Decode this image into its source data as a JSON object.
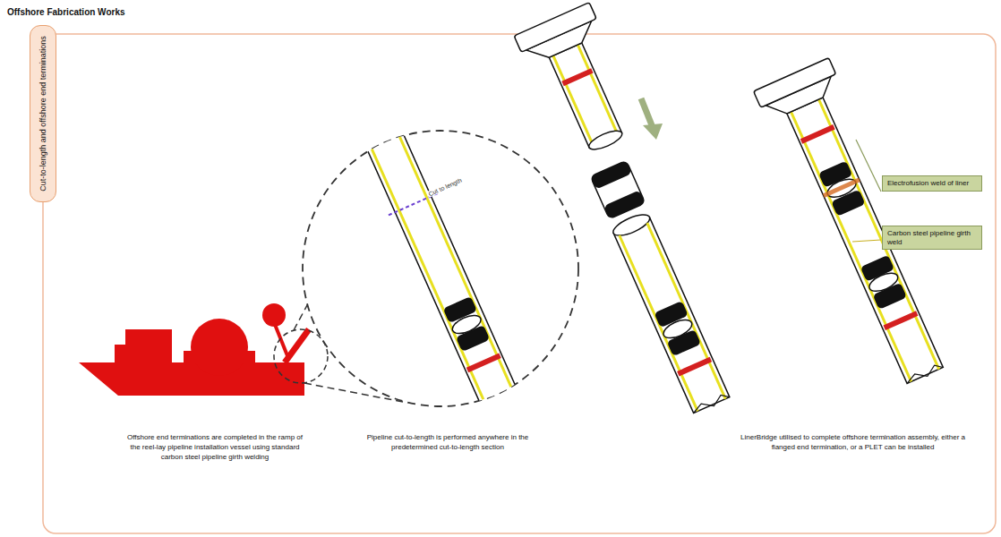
{
  "diagram": {
    "title": "Offshore Fabrication Works",
    "nodes": [
      {
        "text": [
          "Cut-to-length and offshore end terminations"
        ]
      },
      {
        "text": [
          "Electrofusion weld of liner"
        ]
      },
      {
        "text": [
          "Carbon steel pipeline girth weld"
        ]
      }
    ],
    "labels": [
      "Cut to length",
      "Offshore end terminations are completed in the ramp of the reel-lay pipeline installation vessel using standard carbon steel pipeline girth welding",
      "Pipeline cut-to-length is performed anywhere in the predetermined cut-to-length section",
      "LinerBridge utilised to complete offshore termination assembly, either a flanged end termination, or a PLET can be installed"
    ]
  }
}
